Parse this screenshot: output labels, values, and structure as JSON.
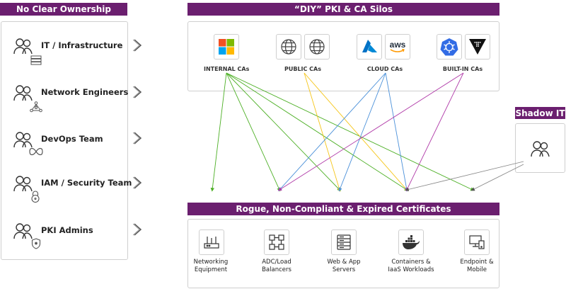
{
  "left_panel": {
    "header": "No Clear Ownership",
    "teams": [
      {
        "label": "IT / Infrastructure",
        "sub_icon": "server-icon"
      },
      {
        "label": "Network Engineers",
        "sub_icon": "network-icon"
      },
      {
        "label": "DevOps Team",
        "sub_icon": "infinity-icon"
      },
      {
        "label": "IAM / Security Team",
        "sub_icon": "padlock-icon"
      },
      {
        "label": "PKI Admins",
        "sub_icon": "shield-icon"
      }
    ]
  },
  "ca_panel": {
    "header": "“DIY” PKI & CA Silos",
    "groups": [
      {
        "label": "INTERNAL CAs",
        "icons": [
          "windows-icon"
        ]
      },
      {
        "label": "PUBLIC CAs",
        "icons": [
          "globe-icon",
          "globe-icon"
        ]
      },
      {
        "label": "CLOUD CAs",
        "icons": [
          "azure-icon",
          "aws-icon"
        ],
        "aws_text": "aws"
      },
      {
        "label": "BUILT-IN CAs",
        "icons": [
          "kubernetes-icon",
          "vault-icon"
        ]
      }
    ]
  },
  "shadow_it": {
    "header": "Shadow IT"
  },
  "cert_panel": {
    "header": "Rogue, Non-Compliant & Expired Certificates",
    "endpoints": [
      {
        "line1": "Networking",
        "line2": "Equipment",
        "icon": "router-icon"
      },
      {
        "line1": "ADC/Load",
        "line2": "Balancers",
        "icon": "load-balancer-icon"
      },
      {
        "line1": "Web & App",
        "line2": "Servers",
        "icon": "server-rack-icon"
      },
      {
        "line1": "Containers &",
        "line2": "IaaS Workloads",
        "icon": "docker-icon"
      },
      {
        "line1": "Endpoint &",
        "line2": "Mobile",
        "icon": "desktop-mobile-icon"
      }
    ]
  },
  "colors": {
    "header_purple": "#6b1f6f",
    "internal_line": "#4caf24",
    "public_line": "#f5c518",
    "cloud_line": "#4a90d9",
    "builtin_line": "#b03aa8",
    "shadow_line": "#888888"
  }
}
